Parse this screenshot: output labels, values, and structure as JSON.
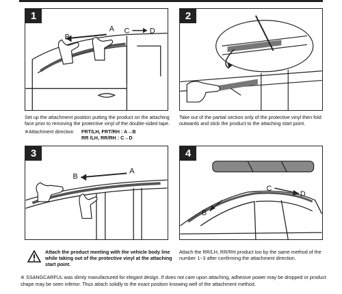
{
  "steps": [
    {
      "number": "1",
      "caption": "Set up the attachment position putting the product on the attaching face prior to removing the protective vinyl of the double-sided tape.",
      "labels": {
        "a": "A",
        "b": "B",
        "c": "C",
        "d": "D"
      }
    },
    {
      "number": "2",
      "caption": "Take out of the partial section only of the protective vinyl then fold outwards and stick the product to the attaching start point."
    },
    {
      "number": "3",
      "caption": "Attach the product meeting with the vehicle body line while taking out of the protective vinyl at the attaching start point.",
      "labels": {
        "a": "A",
        "b": "B"
      }
    },
    {
      "number": "4",
      "caption": "Attach the RR/LH, RR/RH product too by the same method of the number 1~3 after confirming the attachment direction.",
      "labels": {
        "b": "B",
        "c": "C",
        "d": "D"
      }
    }
  ],
  "attachment_direction": {
    "heading": "※Attachment direction",
    "rows": [
      {
        "value": "FRT/LH, FRT/RH  : A→B"
      },
      {
        "value": "RR /LH, RR/RH   : C→D"
      }
    ]
  },
  "footnote": "※ SSANGCARFUL was slimly manufactured for elegant design. If does not care upon attaching, adhesive power may be dropped or product shape may be seen inferior. Thus attach solidly to the exact position knowing well of the attachment method."
}
